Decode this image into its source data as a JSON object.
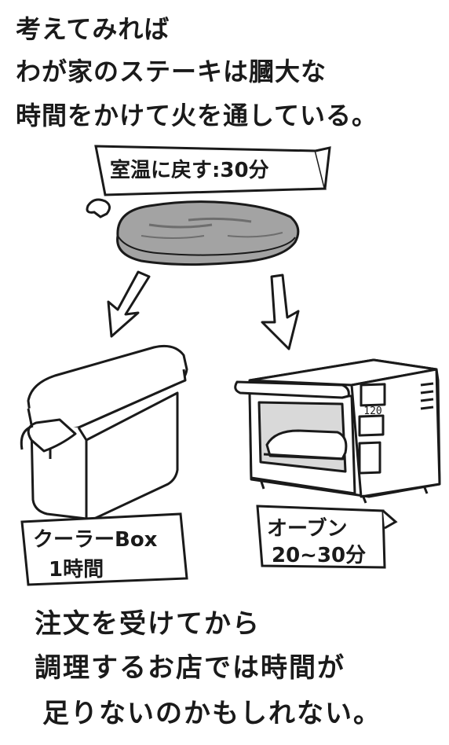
{
  "intro": {
    "line1": "考えてみれば",
    "line2": "わが家のステーキは膕大な",
    "line3": "時間をかけて火を通している。"
  },
  "top_label": "室温に戻す:30分",
  "cooler": {
    "name": "クーラーBox",
    "time": "1時間"
  },
  "oven": {
    "name": "オーブン",
    "time": "20~30分",
    "display": "120"
  },
  "outro": {
    "line1": "注文を受けてから",
    "line2": "調理するお店では時間が",
    "line3": "足りないのかもしれない。"
  },
  "colors": {
    "ink": "#1a1a1a",
    "meat": "#a3a3a3",
    "shade": "#d9d9d9",
    "paper": "#ffffff"
  }
}
